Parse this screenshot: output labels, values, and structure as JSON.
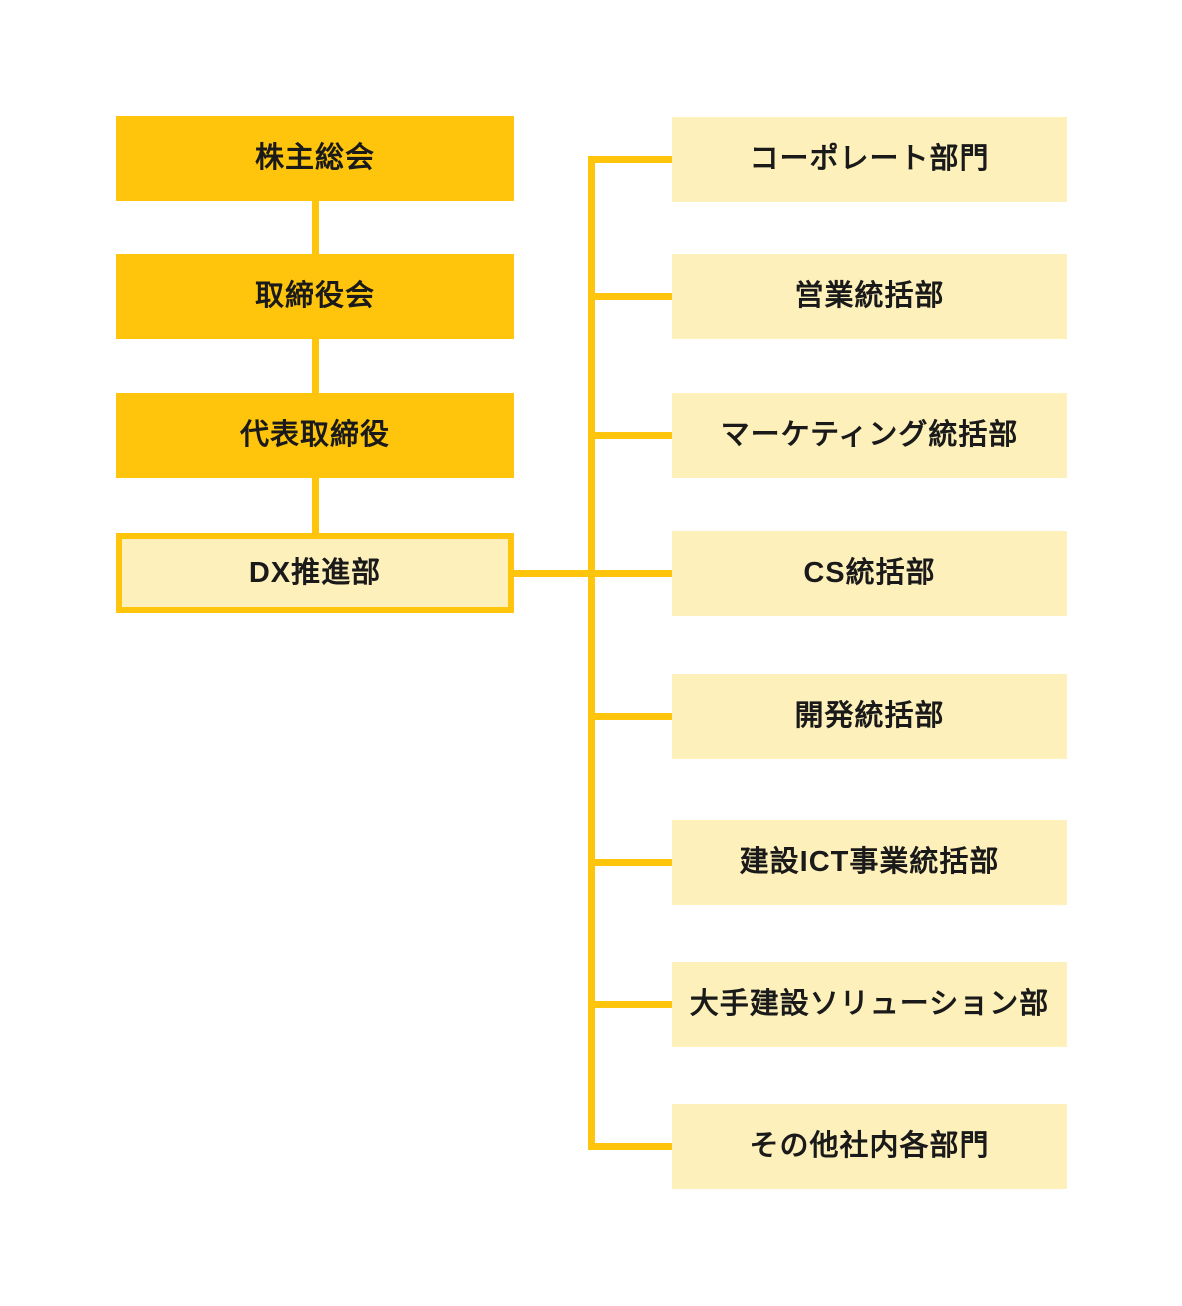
{
  "colors": {
    "box_gold": "#ffc50d",
    "box_cream": "#fdf0ba",
    "line_gold": "#ffc50d",
    "text": "#1a1a1a",
    "background": "#ffffff"
  },
  "org_chart": {
    "type": "org-chart",
    "governance_nodes": [
      {
        "id": "shareholders-meeting",
        "label": "株主総会",
        "style": "solid-gold"
      },
      {
        "id": "board-of-directors",
        "label": "取締役会",
        "style": "solid-gold"
      },
      {
        "id": "representative-director",
        "label": "代表取締役",
        "style": "solid-gold"
      }
    ],
    "dx_node": {
      "id": "dx-promotion-dept",
      "label": "DX推進部",
      "style": "cream-gold-outline"
    },
    "department_nodes": [
      {
        "id": "corporate-division",
        "label": "コーポレート部門",
        "style": "cream"
      },
      {
        "id": "sales-general-dept",
        "label": "営業統括部",
        "style": "cream"
      },
      {
        "id": "marketing-general-dept",
        "label": "マーケティング統括部",
        "style": "cream"
      },
      {
        "id": "cs-general-dept",
        "label": "CS統括部",
        "style": "cream"
      },
      {
        "id": "development-general-dept",
        "label": "開発統括部",
        "style": "cream"
      },
      {
        "id": "construction-ict-business-dept",
        "label": "建設ICT事業統括部",
        "style": "cream"
      },
      {
        "id": "major-construction-solution-dept",
        "label": "大手建設ソリューション部",
        "style": "cream"
      },
      {
        "id": "other-internal-departments",
        "label": "その他社内各部門",
        "style": "cream"
      }
    ],
    "edges": [
      {
        "from": "shareholders-meeting",
        "to": "board-of-directors"
      },
      {
        "from": "board-of-directors",
        "to": "representative-director"
      },
      {
        "from": "representative-director",
        "to": "dx-promotion-dept"
      },
      {
        "from": "dx-promotion-dept",
        "to": "corporate-division"
      },
      {
        "from": "dx-promotion-dept",
        "to": "sales-general-dept"
      },
      {
        "from": "dx-promotion-dept",
        "to": "marketing-general-dept"
      },
      {
        "from": "dx-promotion-dept",
        "to": "cs-general-dept"
      },
      {
        "from": "dx-promotion-dept",
        "to": "development-general-dept"
      },
      {
        "from": "dx-promotion-dept",
        "to": "construction-ict-business-dept"
      },
      {
        "from": "dx-promotion-dept",
        "to": "major-construction-solution-dept"
      },
      {
        "from": "dx-promotion-dept",
        "to": "other-internal-departments"
      }
    ]
  }
}
